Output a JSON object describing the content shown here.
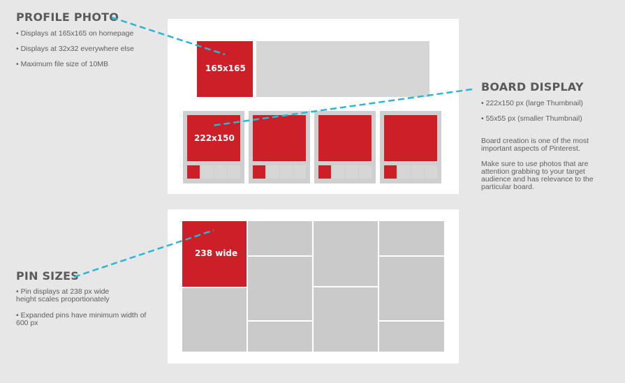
{
  "profile": {
    "heading": "PROFILE PHOTO",
    "bullets": [
      "• Displays at 165x165 on homepage",
      "• Displays at 32x32 everywhere else",
      "• Maximum file size of 10MB"
    ],
    "avatar_label": "165x165"
  },
  "board": {
    "heading": "BOARD DISPLAY",
    "bullets": [
      "• 222x150 px (large Thumbnail)",
      "• 55x55 px (smaller Thumbnail)"
    ],
    "paragraphs": [
      "Board creation is one of the most important aspects of Pinterest.",
      "Make sure to use photos that are attention grabbing to your target audience and has relevance to the particular board."
    ],
    "thumb_label": "222x150"
  },
  "pins": {
    "heading": "PIN SIZES",
    "bullets": [
      "• Pin displays at 238 px wide height scales proportionately",
      "• Expanded pins have minimum width of 600 px"
    ],
    "pin_label": "238 wide"
  },
  "colors": {
    "accent_red": "#cd1f27",
    "callout_line": "#29b6d6",
    "panel": "#ffffff",
    "placeholder": "#d6d6d6"
  }
}
